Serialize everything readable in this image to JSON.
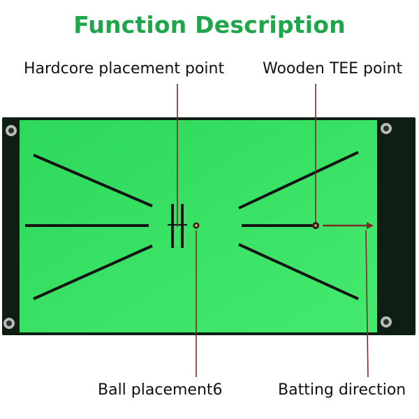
{
  "title": "Function Description",
  "colors": {
    "title": "#1fa64a",
    "mat_green": "#2ed85a",
    "mat_green_light": "#44ea6e",
    "binding": "#0f1e12",
    "mark_lines": "#141414",
    "pointer_lines": "#7a2b26",
    "arrow": "#7a2b26"
  },
  "labels": {
    "hardcore": "Hardcore placement point",
    "wooden_tee": "Wooden TEE point",
    "ball": "Ball placement6",
    "batting": "Batting direction"
  }
}
